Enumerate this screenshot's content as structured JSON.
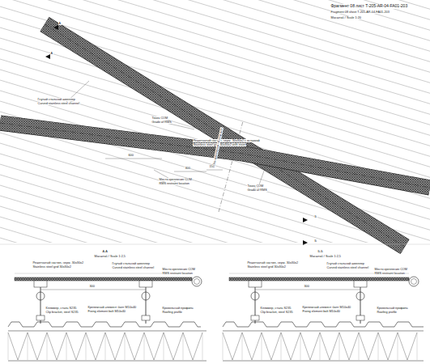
{
  "diagram": {
    "title": "Фрагмент 08 лист T-205-AR-04-FA01-203",
    "labels": [
      "Fragment 08 sheet T-205-AR-04-FA01-203",
      "Масштаб / Scale 1:20",
      "А",
      "А",
      "Б",
      "Б",
      "Гнутый стальной швеллер",
      "Curved stainless steel channel",
      "Точка СОМ",
      "Grade of RMS",
      "Решетчатый настил, нерж. 30x30x2 с вставкой",
      "Stainless steel grid 30x30x2 with insert",
      "600",
      "300",
      "150",
      "Место крепления СОМ",
      "RMS restraint location",
      "Точка СОМ",
      "Grade of RMS",
      "Ось крепления / Fixing axis",
      "А-А",
      "Масштаб / Scale 1:2,5",
      "Решетчатый настил, нерж. 30x30x2",
      "Stainless steel grid 30x30x2",
      "Гнутый стальной швеллер",
      "Curved stainless steel channel",
      "Место крепления СОМ",
      "RMS restraint location",
      "300",
      "Кляммер, сталь S235",
      "Clip bracket, steel S235",
      "Крепежный элемент болт М10x40",
      "Fixing element bolt M10x40",
      "Кровельный профиль",
      "Roofing profile",
      "Б-Б",
      "Масштаб / Scale 1:2,5",
      "Решетчатый настил, нерж. 30x30x2",
      "Stainless steel grid 30x30x2",
      "Гнутый стальной швеллер",
      "Curved stainless steel channel",
      "Место крепления СОМ",
      "RMS restraint location",
      "300",
      "Кляммер, сталь S235",
      "Clip bracket, steel S235",
      "Крепежный элемент болт М10x40",
      "Fixing element bolt M10x40",
      "Кровельный профиль",
      "Roofing profile"
    ]
  }
}
